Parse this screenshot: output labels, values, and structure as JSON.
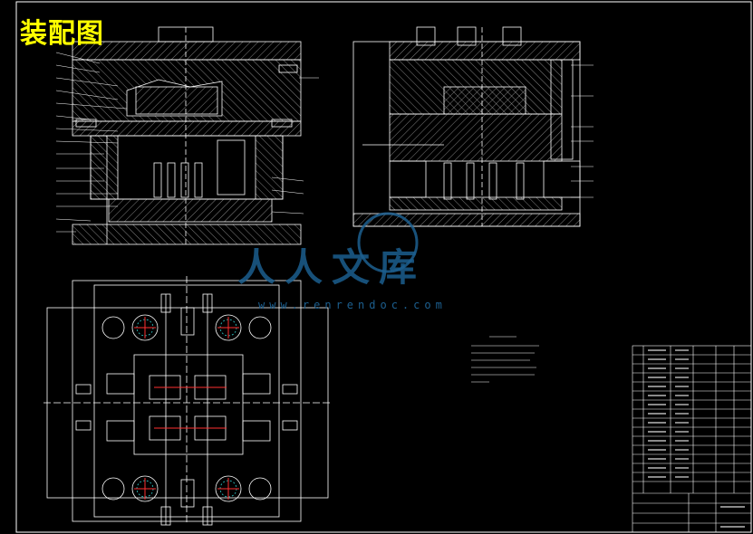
{
  "title": "装配图",
  "watermark": {
    "brand": "人人文库",
    "url": "www.renrendoc.com"
  },
  "colors": {
    "background": "#000000",
    "title": "#ffff00",
    "lines": "#ffffff",
    "accent": "#ff3030",
    "watermark": "#1c5f8f"
  }
}
